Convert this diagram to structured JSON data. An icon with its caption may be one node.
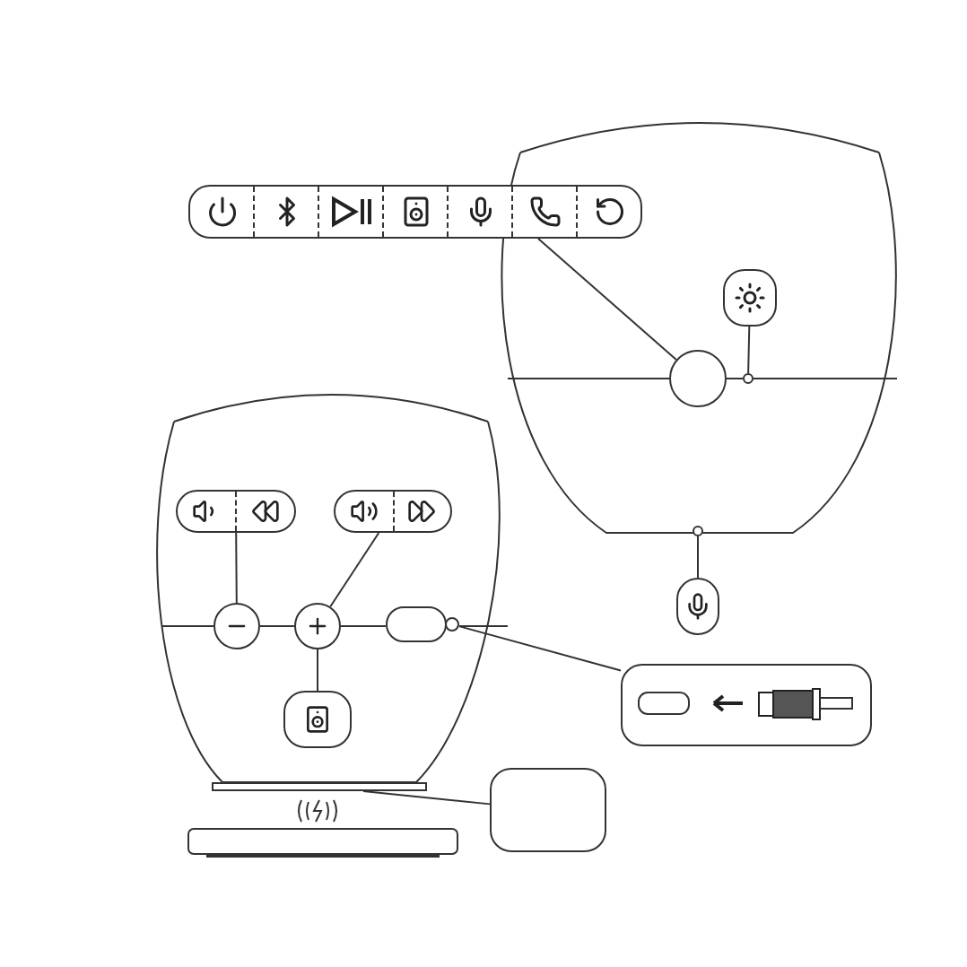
{
  "diagram": {
    "nodes": [
      {
        "text": [],
        "shape": "box"
      },
      {
        "text": [],
        "shape": "circle"
      },
      {
        "text": [],
        "shape": "box"
      },
      {
        "text": [],
        "shape": "circle"
      },
      {
        "text": [],
        "shape": "box"
      },
      {
        "text": [],
        "shape": "circle"
      },
      {
        "text": [],
        "shape": "box"
      },
      {
        "text": [],
        "shape": "box"
      },
      {
        "text": [],
        "shape": "circle"
      },
      {
        "text": [],
        "shape": "circle"
      },
      {
        "text": [],
        "shape": "box"
      },
      {
        "text": [],
        "shape": "circle"
      },
      {
        "text": [],
        "shape": "box"
      },
      {
        "text": [],
        "shape": "box"
      },
      {
        "text": [],
        "shape": "box"
      },
      {
        "text": [],
        "shape": "bar"
      }
    ],
    "edges": [
      {
        "from": 0,
        "to": 1,
        "arrow": "none"
      },
      {
        "from": 2,
        "to": 3,
        "arrow": "none"
      },
      {
        "from": 4,
        "to": 5,
        "arrow": "none"
      },
      {
        "from": 6,
        "to": 8,
        "arrow": "none"
      },
      {
        "from": 7,
        "to": 9,
        "arrow": "none"
      },
      {
        "from": 12,
        "to": 9,
        "arrow": "none"
      },
      {
        "from": 13,
        "to": 11,
        "arrow": "none"
      },
      {
        "from": 14,
        "to": 15,
        "arrow": "none"
      }
    ]
  }
}
